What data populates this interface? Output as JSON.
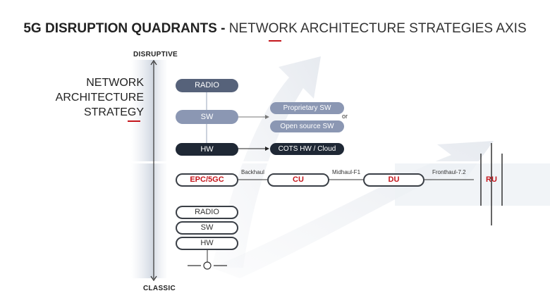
{
  "title": {
    "bold": "5G DISRUPTION QUADRANTS -",
    "light": "NETWORK ARCHITECTURE STRATEGIES AXIS"
  },
  "axis": {
    "top": "DISRUPTIVE",
    "bottom": "CLASSIC"
  },
  "strategy": {
    "line1": "NETWORK",
    "line2": "ARCHITECTURE",
    "line3": "STRATEGY"
  },
  "disruptive": {
    "radio": "RADIO",
    "sw": "SW",
    "hw": "HW",
    "proprietary_sw": "Proprietary SW",
    "or": "or",
    "open_source_sw": "Open source SW",
    "cots": "COTS HW / Cloud"
  },
  "chain": {
    "epc": "EPC/5GC",
    "backhaul": "Backhaul",
    "cu": "CU",
    "midhaul": "Midhaul-F1",
    "du": "DU",
    "fronthaul": "Fronthaul-7.2",
    "ru": "RU"
  },
  "classic": {
    "radio": "RADIO",
    "sw": "SW",
    "hw": "HW"
  },
  "colors": {
    "accent": "#c4161c",
    "dark": "#1f2835",
    "mid": "#8b97b3",
    "slate": "#56627a"
  }
}
